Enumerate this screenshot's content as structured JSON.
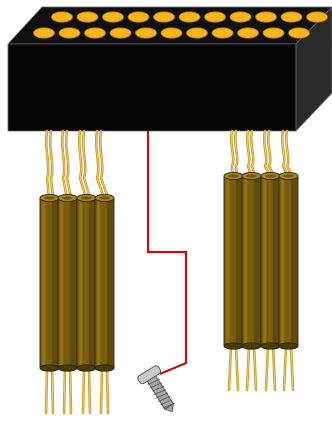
{
  "colors": {
    "background": "#ffffff",
    "connector_front": "#050505",
    "connector_top": "#101010",
    "connector_side": "#2a2a2a",
    "connector_edge": "#6a6a6a",
    "socket_fill": "#f6b51d",
    "socket_stroke": "#b07a00",
    "wire": "#c89a2a",
    "wire_highlight": "#f0d080",
    "sleeve_fill": "#7a5e10",
    "sleeve_dark": "#4c3a08",
    "sleeve_light": "#a8871e",
    "sleeve_stroke": "#2e2305",
    "ground_wire": "#c01010",
    "screw_head": "#c9c9c9",
    "screw_thread": "#a8a8a8",
    "screw_stroke": "#555555"
  },
  "icons": {
    "connector": "connector-block-icon",
    "screw": "screw-icon",
    "wire_bundle": "wire-bundle-icon"
  },
  "layout_summary": {
    "socket_count_top_row": 11,
    "socket_count_bottom_row": 11,
    "left_bundle_sleeves": 4,
    "right_bundle_sleeves": 4
  }
}
